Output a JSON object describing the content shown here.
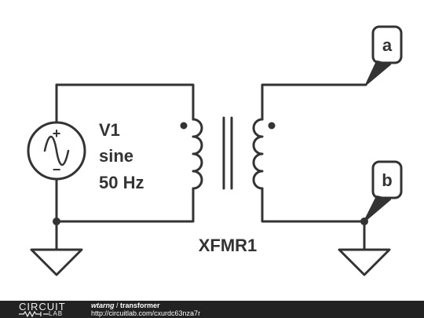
{
  "source": {
    "name": "V1",
    "type": "sine",
    "frequency": "50 Hz",
    "plus_sign": "+",
    "minus_sign": "−"
  },
  "transformer": {
    "name": "XFMR1"
  },
  "terminals": {
    "a": "a",
    "b": "b"
  },
  "footer": {
    "logo_top": "CIRCUIT",
    "logo_bottom": "LAB",
    "author": "wtarng",
    "separator": " / ",
    "title": "transformer",
    "url": "http://circuitlab.com/cxurdc63nza7r"
  },
  "colors": {
    "wire": "#333333",
    "background": "#ffffff",
    "footer_bg": "#222222"
  }
}
